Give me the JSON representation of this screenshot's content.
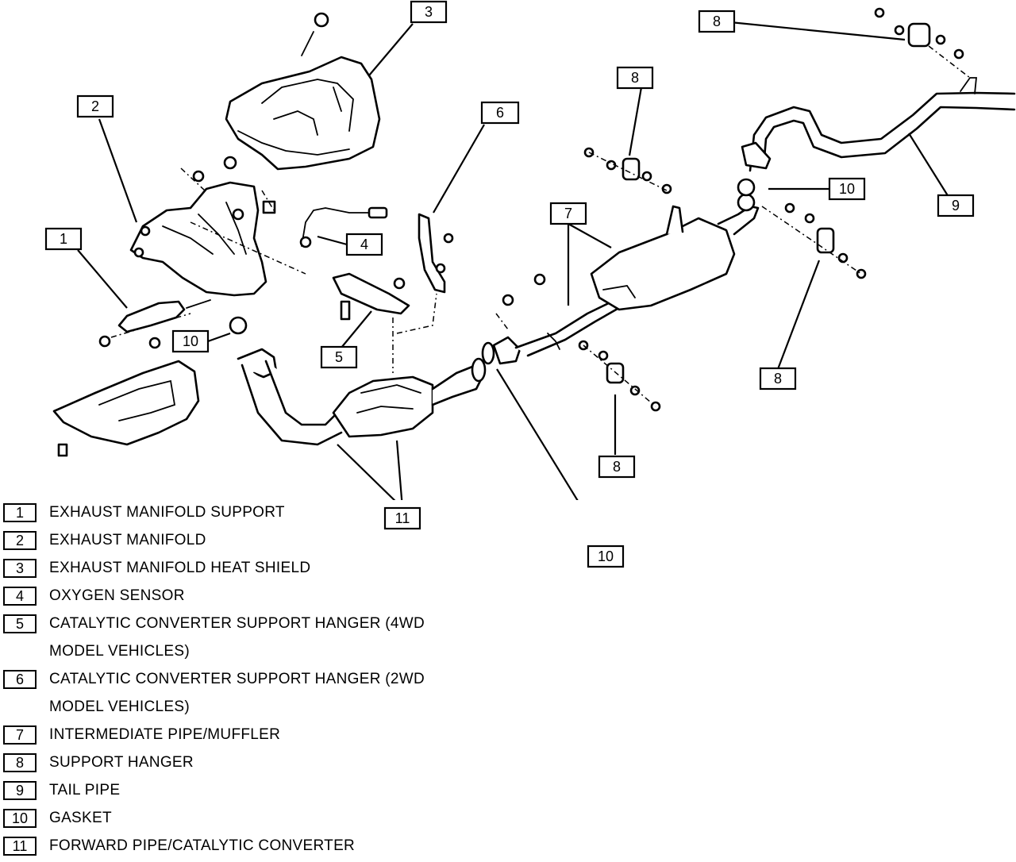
{
  "callouts": [
    {
      "num": "1",
      "label": "EXHAUST MANIFOLD SUPPORT"
    },
    {
      "num": "2",
      "label": "EXHAUST MANIFOLD"
    },
    {
      "num": "3",
      "label": "EXHAUST MANIFOLD HEAT SHIELD"
    },
    {
      "num": "4",
      "label": "OXYGEN SENSOR"
    },
    {
      "num": "5",
      "label": "CATALYTIC CONVERTER SUPPORT HANGER (4WD MODEL VEHICLES)"
    },
    {
      "num": "6",
      "label": "CATALYTIC CONVERTER SUPPORT HANGER (2WD MODEL VEHICLES)"
    },
    {
      "num": "7",
      "label": "INTERMEDIATE PIPE/MUFFLER"
    },
    {
      "num": "8",
      "label": "SUPPORT HANGER"
    },
    {
      "num": "9",
      "label": "TAIL PIPE"
    },
    {
      "num": "10",
      "label": "GASKET"
    },
    {
      "num": "11",
      "label": "FORWARD PIPE/CATALYTIC CONVERTER"
    }
  ],
  "legend": {
    "item1": {
      "num": "1",
      "text": "EXHAUST MANIFOLD SUPPORT"
    },
    "item2": {
      "num": "2",
      "text": "EXHAUST MANIFOLD"
    },
    "item3": {
      "num": "3",
      "text": "EXHAUST MANIFOLD HEAT SHIELD"
    },
    "item4": {
      "num": "4",
      "text": "OXYGEN SENSOR"
    },
    "item5": {
      "num": "5",
      "text": "CATALYTIC CONVERTER SUPPORT HANGER (4WD\nMODEL VEHICLES)"
    },
    "item6": {
      "num": "6",
      "text": "CATALYTIC CONVERTER SUPPORT HANGER (2WD\nMODEL VEHICLES)"
    },
    "item7": {
      "num": "7",
      "text": "INTERMEDIATE PIPE/MUFFLER"
    },
    "item8": {
      "num": "8",
      "text": "SUPPORT HANGER"
    },
    "item9": {
      "num": "9",
      "text": "TAIL PIPE"
    },
    "item10": {
      "num": "10",
      "text": "GASKET"
    },
    "item11": {
      "num": "11",
      "text": "FORWARD PIPE/CATALYTIC CONVERTER"
    }
  }
}
